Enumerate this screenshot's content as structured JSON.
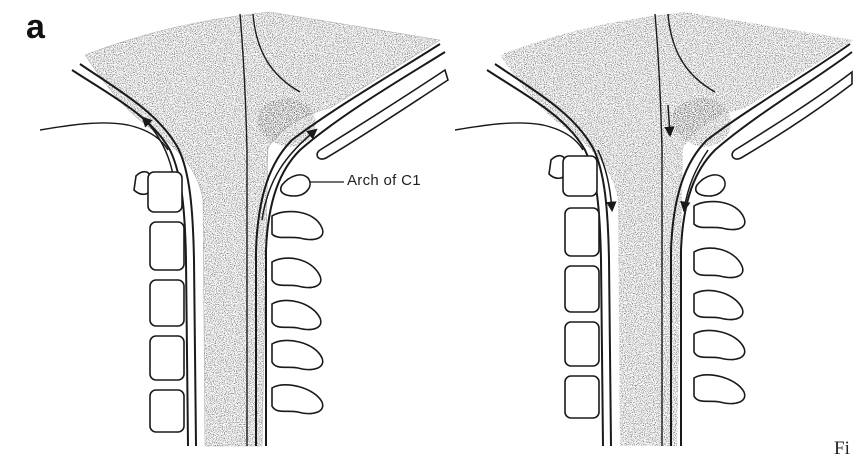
{
  "figure": {
    "panel_label": "a",
    "callout_label": "Arch of C1",
    "corner_text": "Fi",
    "colors": {
      "ink": "#1a1a1a",
      "stipple": "#3a3a3a",
      "paper": "#ffffff"
    },
    "left_panel": {
      "csf_flow_direction": "upward"
    },
    "right_panel": {
      "csf_flow_direction": "downward"
    }
  }
}
